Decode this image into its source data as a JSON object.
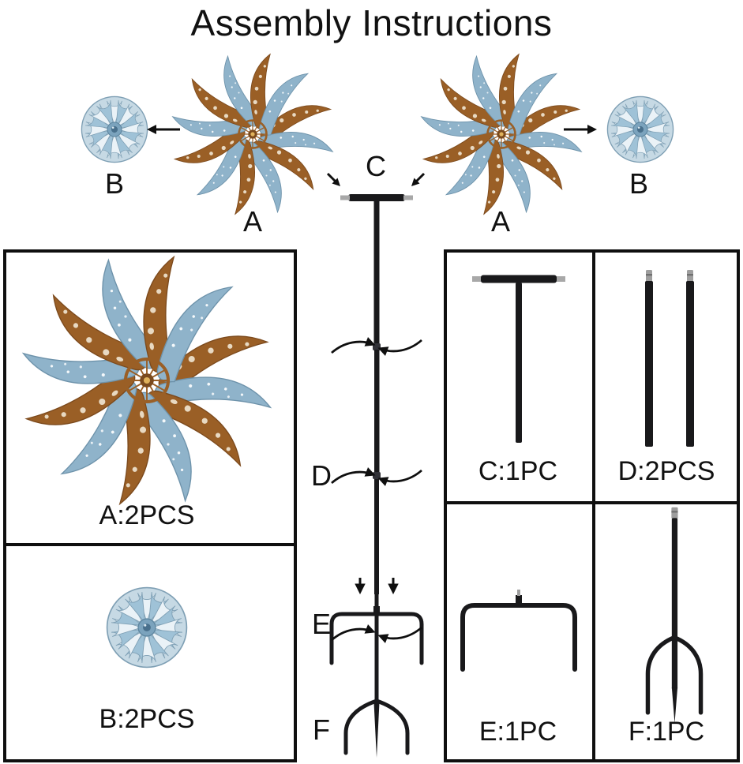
{
  "title": "Assembly Instructions",
  "callouts": {
    "cap_left": "B",
    "spinner_left": "A",
    "t_pole": "C",
    "spinner_right": "A",
    "cap_right": "B",
    "pole_joint": "D",
    "ground_bracket": "E",
    "ground_stake": "F"
  },
  "parts_panel": {
    "spinner_label": "A:2PCS",
    "cap_label": "B:2PCS",
    "t_pole_label": "C:1PC",
    "extension_pole_label": "D:2PCS",
    "ground_bracket_label": "E:1PC",
    "ground_stake_label": "F:1PC"
  },
  "icons": {
    "spinner": "wind-spinner-wheel-icon",
    "cap": "flower-cap-icon",
    "t_pole": "t-bar-pole-icon",
    "extension_pole": "extension-pole-icon",
    "ground_bracket": "u-bracket-icon",
    "ground_stake": "pronged-stake-icon",
    "rotation": "rotate-arrows-icon",
    "mount_left": "left-arrow-icon",
    "mount_right": "right-arrow-icon",
    "insert": "down-arrow-icon"
  },
  "colors": {
    "blade_blue": "#8fb3ca",
    "blade_copper": "#9a5f26",
    "metal_dark": "#19191b",
    "metal_silver": "#a8a8a8",
    "ink": "#0f0f0f",
    "background": "#ffffff"
  }
}
